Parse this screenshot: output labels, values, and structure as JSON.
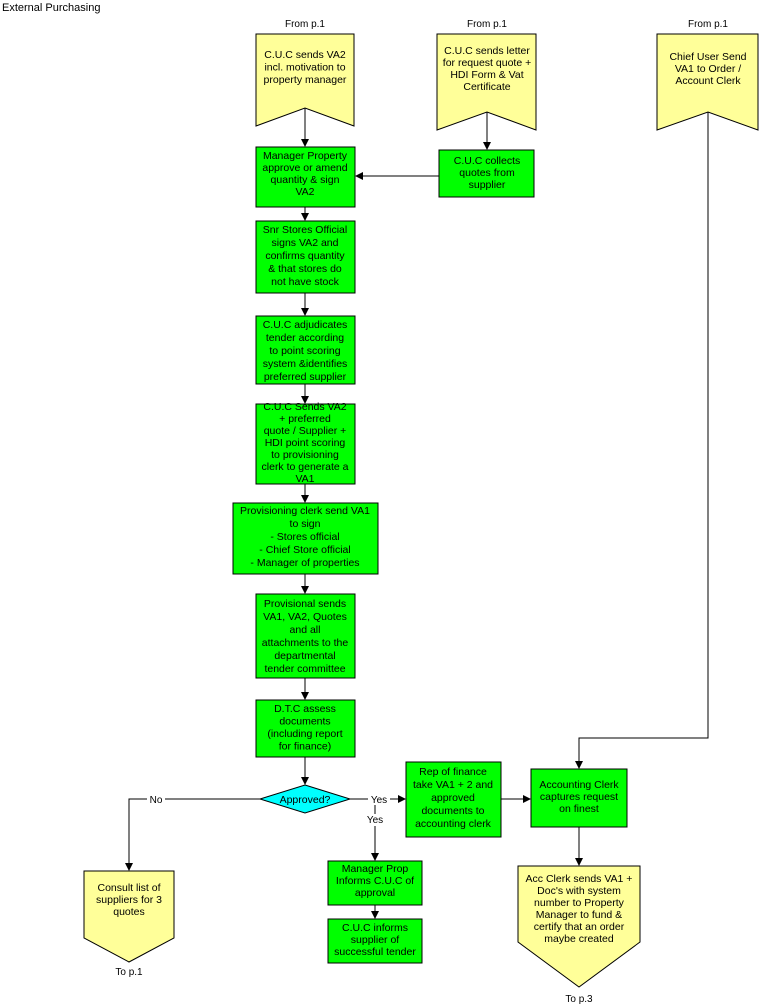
{
  "title": "External Purchasing",
  "colors": {
    "process": "#00ff00",
    "offpage": "#ffff99",
    "decision": "#00ffff",
    "line": "#000000"
  },
  "nodes": {
    "from_p1_a": "From p.1",
    "from_p1_b": "From p.1",
    "from_p1_c": "From p.1",
    "cuc_sends_va2": [
      "C.U.C sends VA2",
      "incl. motivation to",
      "property manager"
    ],
    "cuc_sends_letter": [
      "C.U.C sends letter",
      "for request  quote +",
      "HDI Form & Vat",
      "Certificate"
    ],
    "chief_user_send": [
      "Chief User Send",
      "VA1 to Order /",
      "Account Clerk"
    ],
    "cuc_collects": [
      "C.U.C collects",
      "quotes from",
      "supplier"
    ],
    "manager_property": [
      "Manager Property",
      "approve or amend",
      "quantity & sign",
      "VA2"
    ],
    "snr_stores": [
      "Snr Stores Official",
      "signs VA2 and",
      "confirms quantity",
      "& that stores do",
      "not have stock"
    ],
    "cuc_adjudicates": [
      "C.U.C adjudicates",
      "tender according",
      "to point scoring",
      "system &identifies",
      "preferred supplier"
    ],
    "cuc_sends_va2_pref": [
      "C.U.C Sends VA2",
      "+ preferred",
      "quote  / Supplier +",
      "HDI point scoring",
      "to provisioning",
      "clerk to generate a",
      "VA1"
    ],
    "provisioning_clerk": [
      "Provisioning clerk send VA1",
      "to sign",
      "- Stores official",
      "- Chief Store official",
      "- Manager of properties"
    ],
    "provisional_sends": [
      "Provisional sends",
      "VA1, VA2, Quotes",
      "and all",
      "attachments to the",
      "departmental",
      "tender committee"
    ],
    "dtc_assess": [
      "D.T.C assess",
      "documents",
      "(including report",
      "for finance)"
    ],
    "approved": "Approved?",
    "rep_finance": [
      "Rep of finance",
      "take VA1 + 2 and",
      "approved",
      "documents to",
      "accounting clerk"
    ],
    "accounting_clerk": [
      "Accounting Clerk",
      "captures request",
      "on finest"
    ],
    "manager_prop_informs": [
      "Manager Prop",
      "Informs C.U.C of",
      "approval"
    ],
    "cuc_informs": [
      "C.U.C informs",
      "supplier of",
      "successful tender"
    ],
    "consult_list": [
      "Consult list of",
      "suppliers for 3",
      "quotes"
    ],
    "acc_clerk_sends": [
      "Acc Clerk sends VA1 +",
      "Doc's with system",
      "number to Property",
      "Manager to fund &",
      "certify that an order",
      "maybe created"
    ],
    "to_p1": "To p.1",
    "to_p3": "To p.3"
  },
  "edge_labels": {
    "no": "No",
    "yes_right": "Yes",
    "yes_down": "Yes"
  }
}
